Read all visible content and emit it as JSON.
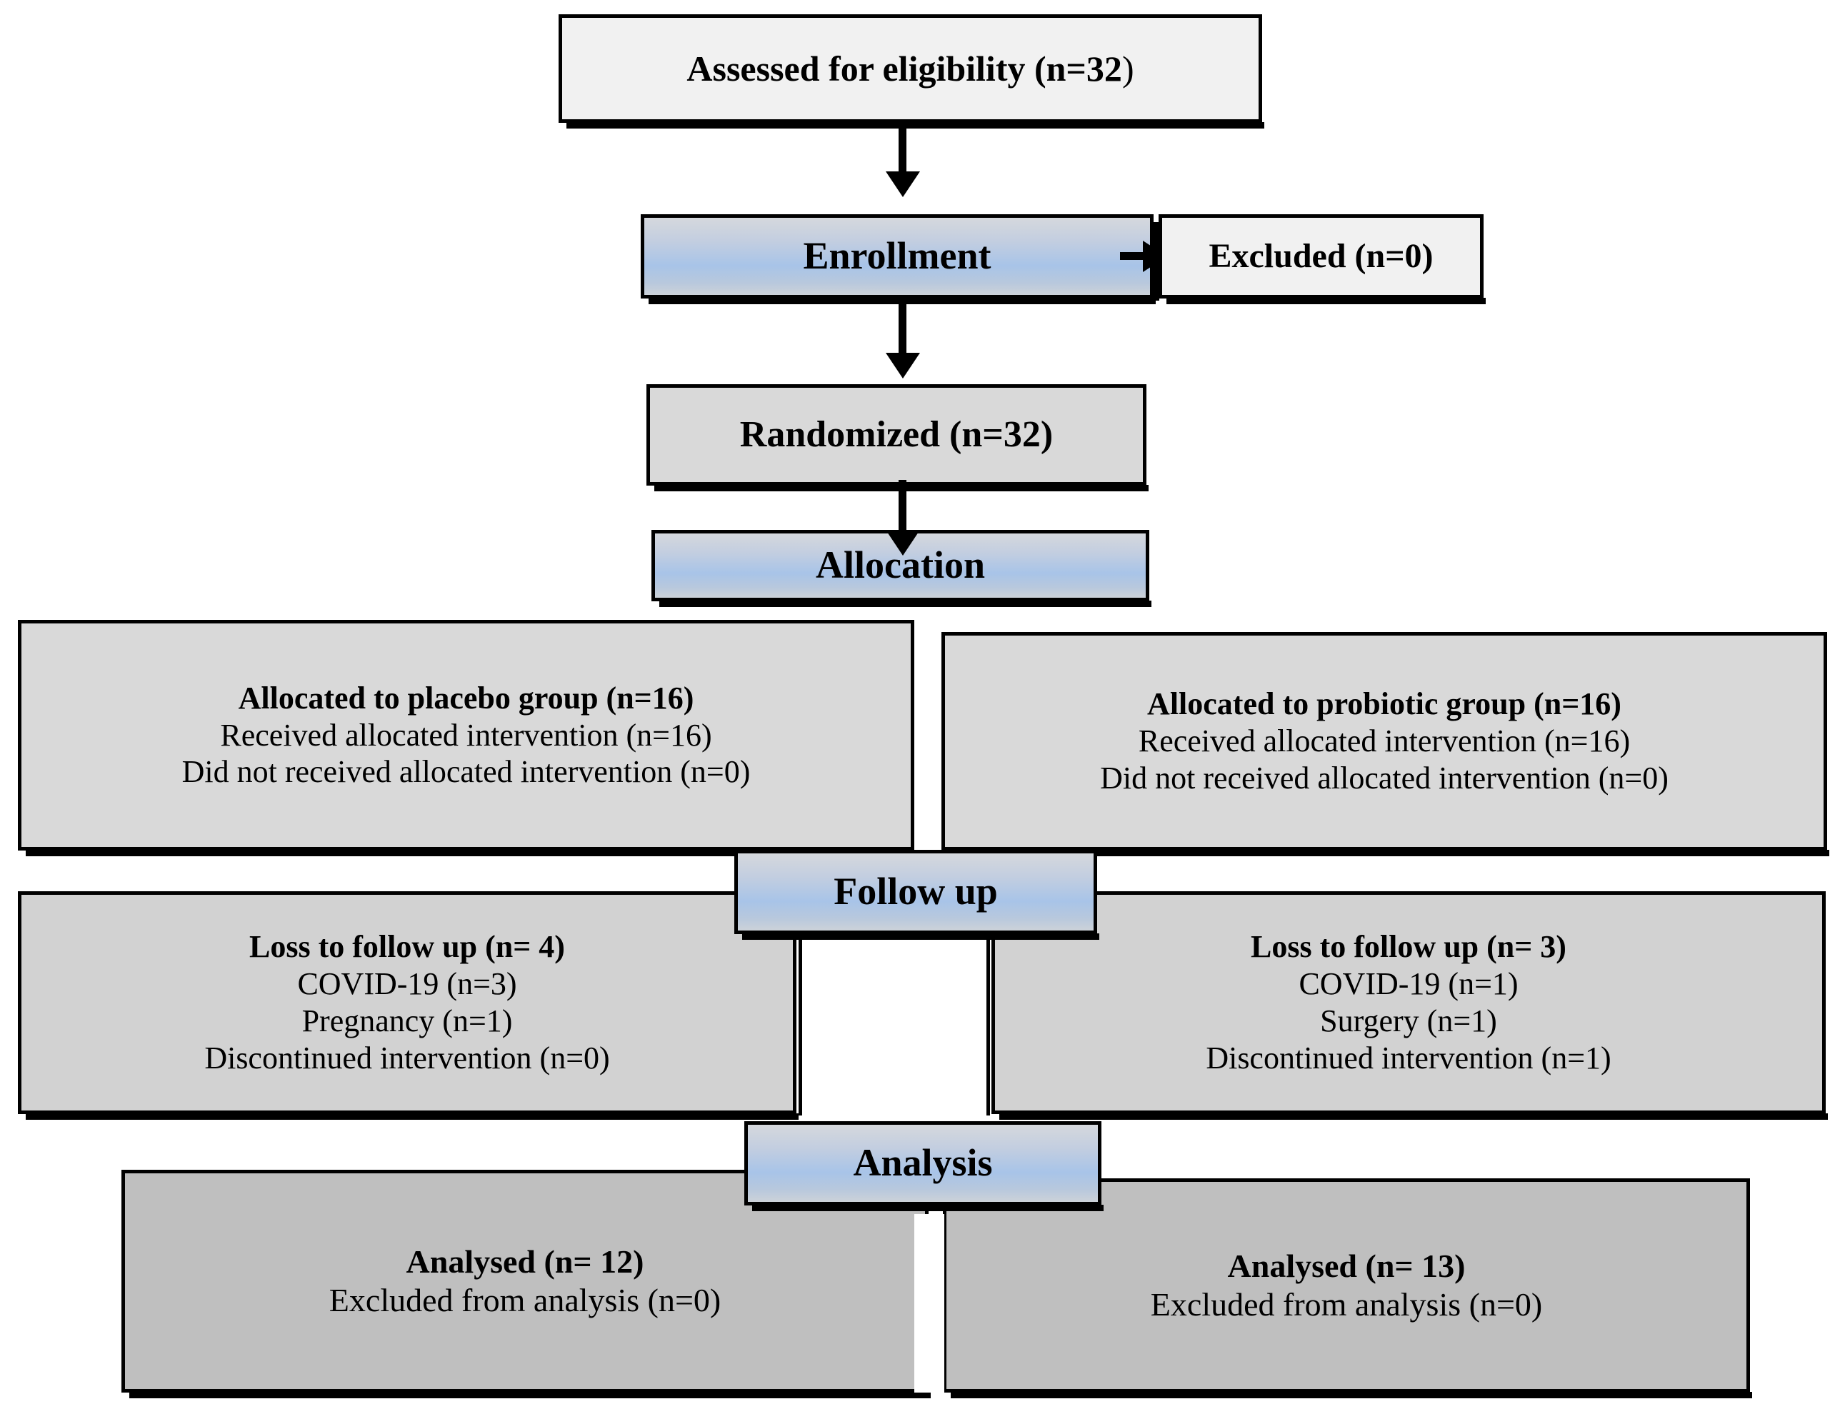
{
  "diagram": {
    "title": "CONSORT participant flow diagram",
    "colors": {
      "banner_blue": "#a8c4e8",
      "box_gray": "#d9d9d9",
      "box_light": "#f1f1f1",
      "box_dark": "#bfbfbf",
      "border": "#000000"
    }
  },
  "eligibility": {
    "label": "Assessed for eligibility (n=32",
    "label_tail": ")"
  },
  "enrollment": {
    "banner": "Enrollment",
    "excluded": "Excluded  (n=0)"
  },
  "randomized": {
    "label": "Randomized  (n=32)"
  },
  "allocation": {
    "banner": "Allocation",
    "left": {
      "heading": "Allocated to placebo group (n=16)",
      "lines": [
        "Received allocated intervention (n=16)",
        "Did not received allocated intervention (n=0)"
      ]
    },
    "right": {
      "heading": "Allocated to probiotic group (n=16)",
      "lines": [
        "Received allocated intervention (n=16)",
        "Did not received allocated intervention (n=0)"
      ]
    }
  },
  "followup": {
    "banner": "Follow up",
    "left": {
      "heading": "Loss to follow up (n= 4)",
      "lines": [
        "COVID-19 (n=3)",
        "Pregnancy (n=1)",
        "Discontinued intervention (n=0)"
      ]
    },
    "right": {
      "heading": "Loss to follow up (n= 3)",
      "lines": [
        "COVID-19 (n=1)",
        "Surgery (n=1)",
        "Discontinued intervention (n=1)"
      ]
    }
  },
  "analysis": {
    "banner": "Analysis",
    "left": {
      "heading": "Analysed (n= 12)",
      "lines": [
        "Excluded from analysis (n=0)"
      ]
    },
    "right": {
      "heading": "Analysed (n= 13)",
      "lines": [
        "Excluded from analysis (n=0)"
      ]
    }
  }
}
